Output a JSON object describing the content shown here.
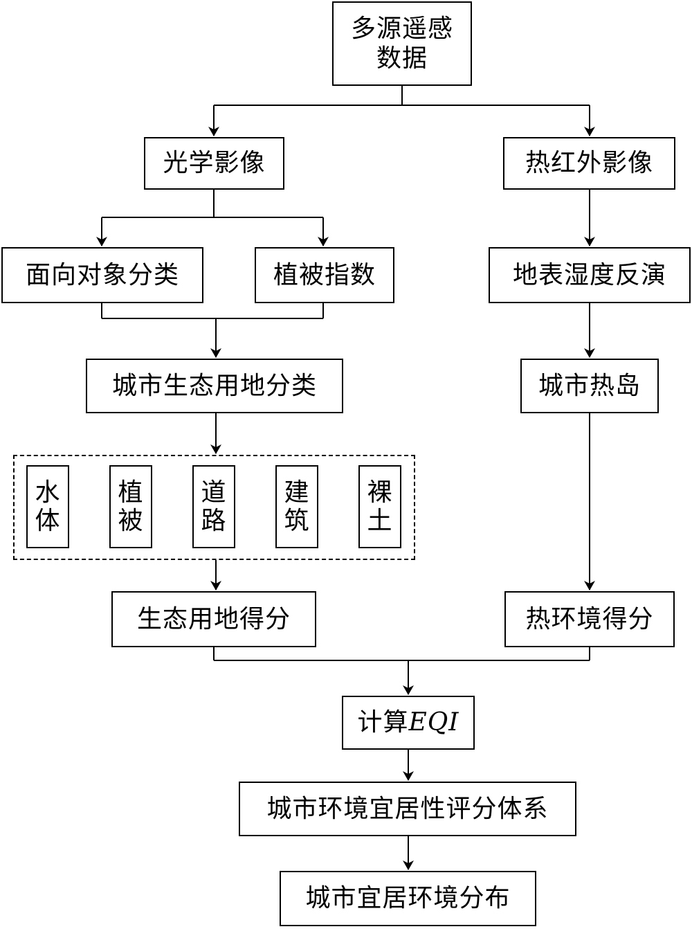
{
  "nodes": {
    "source": "多源遥感\n数据",
    "optical": "光学影像",
    "thermal": "热红外影像",
    "obia": "面向对象分类",
    "veg_index": "植被指数",
    "lst": "地表湿度反演",
    "eco_class": "城市生态用地分类",
    "uhi": "城市热岛",
    "water": "水\n体",
    "vegetation": "植\n被",
    "road": "道\n路",
    "building": "建\n筑",
    "bare": "裸\n土",
    "eco_score": "生态用地得分",
    "thermal_score": "热环境得分",
    "calc_prefix": "计算",
    "calc_var": "EQI",
    "system": "城市环境宜居性评分体系",
    "distribution": "城市宜居环境分布"
  }
}
